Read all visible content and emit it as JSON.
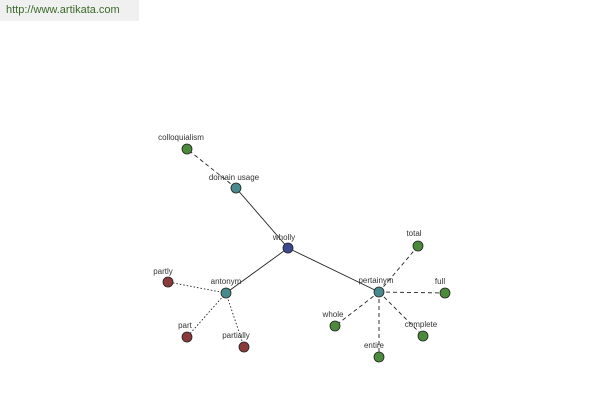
{
  "site": {
    "url_text": "http://www.artikata.com"
  },
  "colors": {
    "center": "#3a4a8c",
    "relation": "#4a8a8c",
    "term_green": "#4a8a3a",
    "term_red": "#8a3a3a",
    "edge": "#222222"
  },
  "graph": {
    "nodes": [
      {
        "id": "wholly",
        "label": "wholly",
        "kind": "center"
      },
      {
        "id": "domain_usage",
        "label": "domain usage",
        "kind": "relation"
      },
      {
        "id": "antonym",
        "label": "antonym",
        "kind": "relation"
      },
      {
        "id": "pertainym",
        "label": "pertainym",
        "kind": "relation"
      },
      {
        "id": "colloquialism",
        "label": "colloquialism",
        "kind": "term_green"
      },
      {
        "id": "partly",
        "label": "partly",
        "kind": "term_red"
      },
      {
        "id": "part",
        "label": "part",
        "kind": "term_red"
      },
      {
        "id": "partially",
        "label": "partially",
        "kind": "term_red"
      },
      {
        "id": "total",
        "label": "total",
        "kind": "term_green"
      },
      {
        "id": "full",
        "label": "full",
        "kind": "term_green"
      },
      {
        "id": "whole",
        "label": "whole",
        "kind": "term_green"
      },
      {
        "id": "complete",
        "label": "complete",
        "kind": "term_green"
      },
      {
        "id": "entire",
        "label": "entire",
        "kind": "term_green"
      }
    ],
    "edges": [
      {
        "from": "wholly",
        "to": "domain_usage",
        "style": "solid"
      },
      {
        "from": "wholly",
        "to": "antonym",
        "style": "solid"
      },
      {
        "from": "wholly",
        "to": "pertainym",
        "style": "solid"
      },
      {
        "from": "domain_usage",
        "to": "colloquialism",
        "style": "dashed"
      },
      {
        "from": "antonym",
        "to": "partly",
        "style": "dotted"
      },
      {
        "from": "antonym",
        "to": "part",
        "style": "dotted"
      },
      {
        "from": "antonym",
        "to": "partially",
        "style": "dotted"
      },
      {
        "from": "pertainym",
        "to": "total",
        "style": "dashed"
      },
      {
        "from": "pertainym",
        "to": "full",
        "style": "dashed"
      },
      {
        "from": "pertainym",
        "to": "whole",
        "style": "dashed"
      },
      {
        "from": "pertainym",
        "to": "complete",
        "style": "dashed"
      },
      {
        "from": "pertainym",
        "to": "entire",
        "style": "dashed"
      }
    ]
  }
}
